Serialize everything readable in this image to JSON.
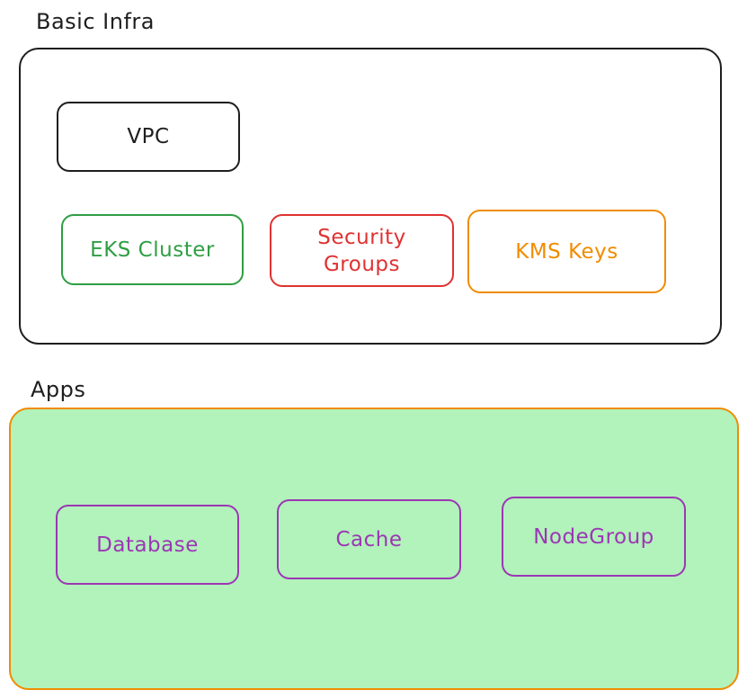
{
  "groups": {
    "basic_infra": {
      "label": "Basic Infra",
      "border_color": "#1e1e1e",
      "fill_color": "#ffffff"
    },
    "apps": {
      "label": "Apps",
      "border_color": "#f08c00",
      "fill_color": "#b2f2bb"
    }
  },
  "nodes": {
    "vpc": {
      "label": "VPC",
      "color": "#1e1e1e"
    },
    "eks_cluster": {
      "label": "EKS Cluster",
      "color": "#2f9e44"
    },
    "security_groups": {
      "line1": "Security",
      "line2": "Groups",
      "color": "#e03131"
    },
    "kms_keys": {
      "label": "KMS Keys",
      "color": "#f08c00"
    },
    "database": {
      "label": "Database",
      "color": "#9c36b5"
    },
    "cache": {
      "label": "Cache",
      "color": "#9c36b5"
    },
    "nodegroup": {
      "label": "NodeGroup",
      "color": "#9c36b5"
    }
  }
}
